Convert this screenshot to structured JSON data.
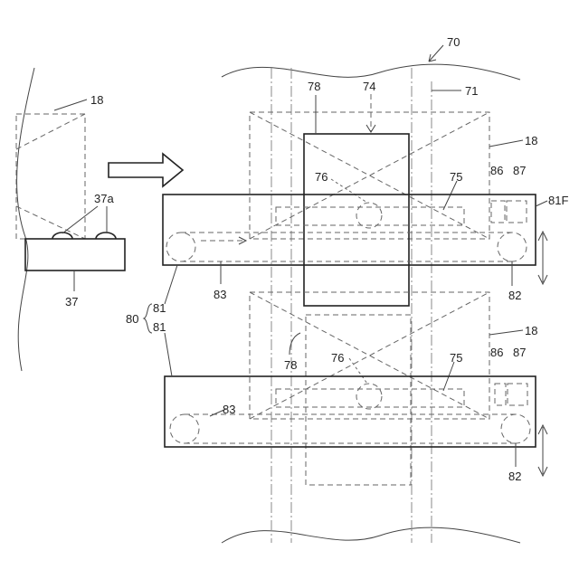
{
  "labels": {
    "l70": "70",
    "l71": "71",
    "l74": "74",
    "l78a": "78",
    "l78b": "78",
    "l18a": "18",
    "l18b": "18",
    "l18c": "18",
    "l37": "37",
    "l37a": "37a",
    "l76a": "76",
    "l76b": "76",
    "l75a": "75",
    "l75b": "75",
    "l86a": "86",
    "l86b": "86",
    "l87a": "87",
    "l87b": "87",
    "l81F": "81F",
    "l83a": "83",
    "l83b": "83",
    "l82a": "82",
    "l82b": "82",
    "l80": "80",
    "l81a": "81",
    "l81b": "81"
  }
}
